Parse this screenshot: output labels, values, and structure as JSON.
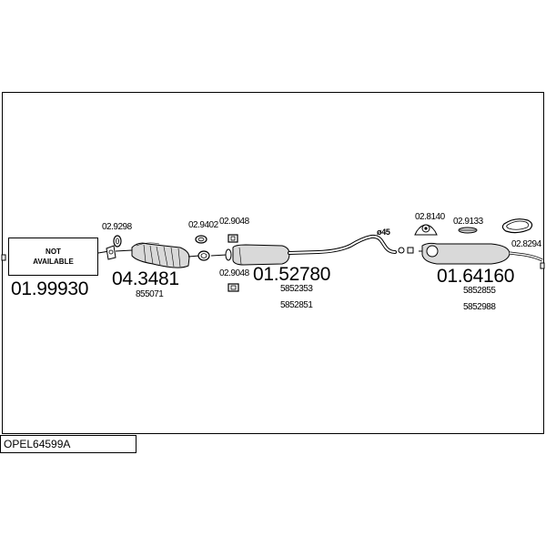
{
  "model": {
    "code": "OPEL64599A"
  },
  "not_available": {
    "line1": "NOT",
    "line2": "AVAILABLE"
  },
  "part_numbers": {
    "front_pipe": "01.99930",
    "catalytic_converter": "04.3481",
    "center_silencer": "01.52780",
    "rear_silencer": "01.64160"
  },
  "oem_numbers": {
    "catalytic_converter": "855071",
    "center_silencer_a": "5852353",
    "center_silencer_b": "5852851",
    "rear_silencer_a": "5852855",
    "rear_silencer_b": "5852988"
  },
  "fittings": {
    "f1": "02.9298",
    "f2": "02.9402",
    "f3": "02.9048",
    "f4": "02.9048",
    "f5": "02.8140",
    "f6": "02.9133",
    "f7": "02.8294"
  },
  "pipe_diameter": "ø45",
  "colors": {
    "line": "#000000",
    "fill": "#d9d9d9",
    "background": "#ffffff"
  }
}
